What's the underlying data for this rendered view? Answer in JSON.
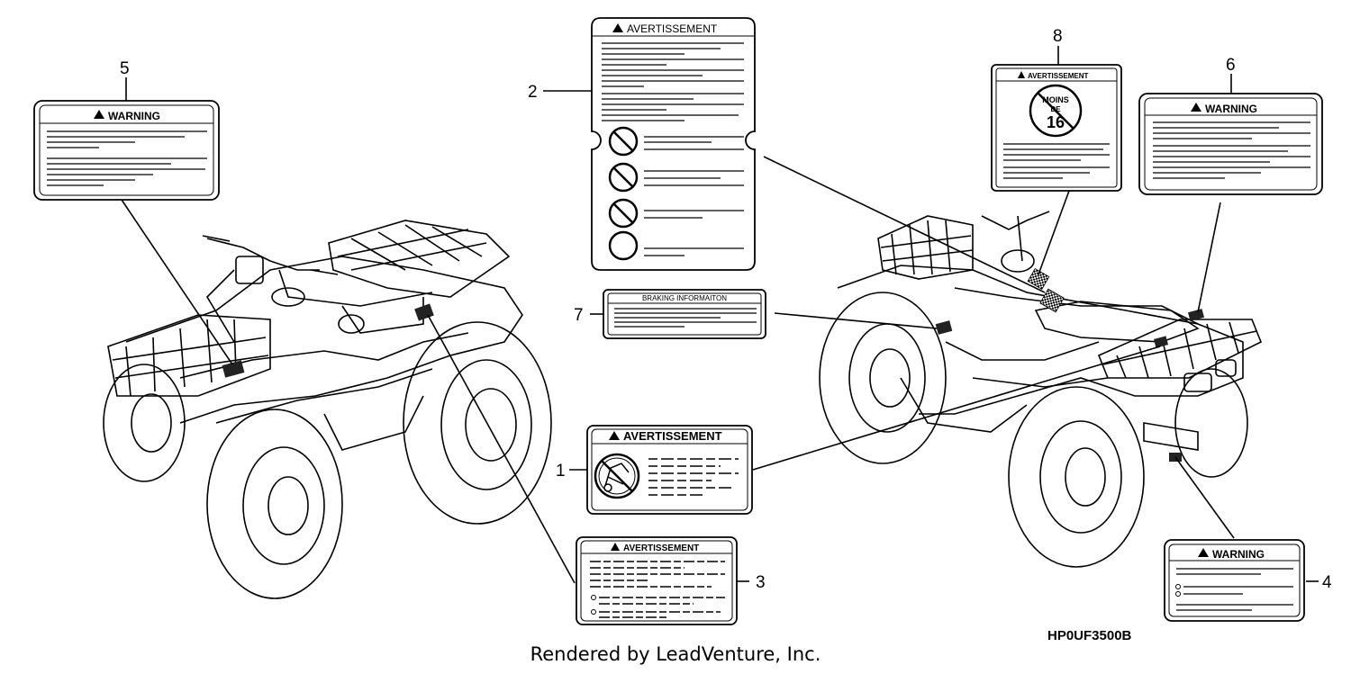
{
  "labels": {
    "l1": {
      "number": "1",
      "title": "AVERTISSEMENT"
    },
    "l2": {
      "number": "2",
      "title": "AVERTISSEMENT"
    },
    "l3": {
      "number": "3",
      "title": "AVERTISSEMENT"
    },
    "l4": {
      "number": "4",
      "title": "WARNING"
    },
    "l5": {
      "number": "5",
      "title": "WARNING"
    },
    "l6": {
      "number": "6",
      "title": "WARNING"
    },
    "l7": {
      "number": "7",
      "title": "BRAKING INFORMAITON"
    },
    "l8": {
      "number": "8",
      "title": "AVERTISSEMENT",
      "icon_text_top": "MOINS",
      "icon_text_mid": "DE",
      "icon_text_num": "16"
    }
  },
  "diagram_code": "HP0UF3500B",
  "footer": "Rendered by LeadVenture, Inc."
}
